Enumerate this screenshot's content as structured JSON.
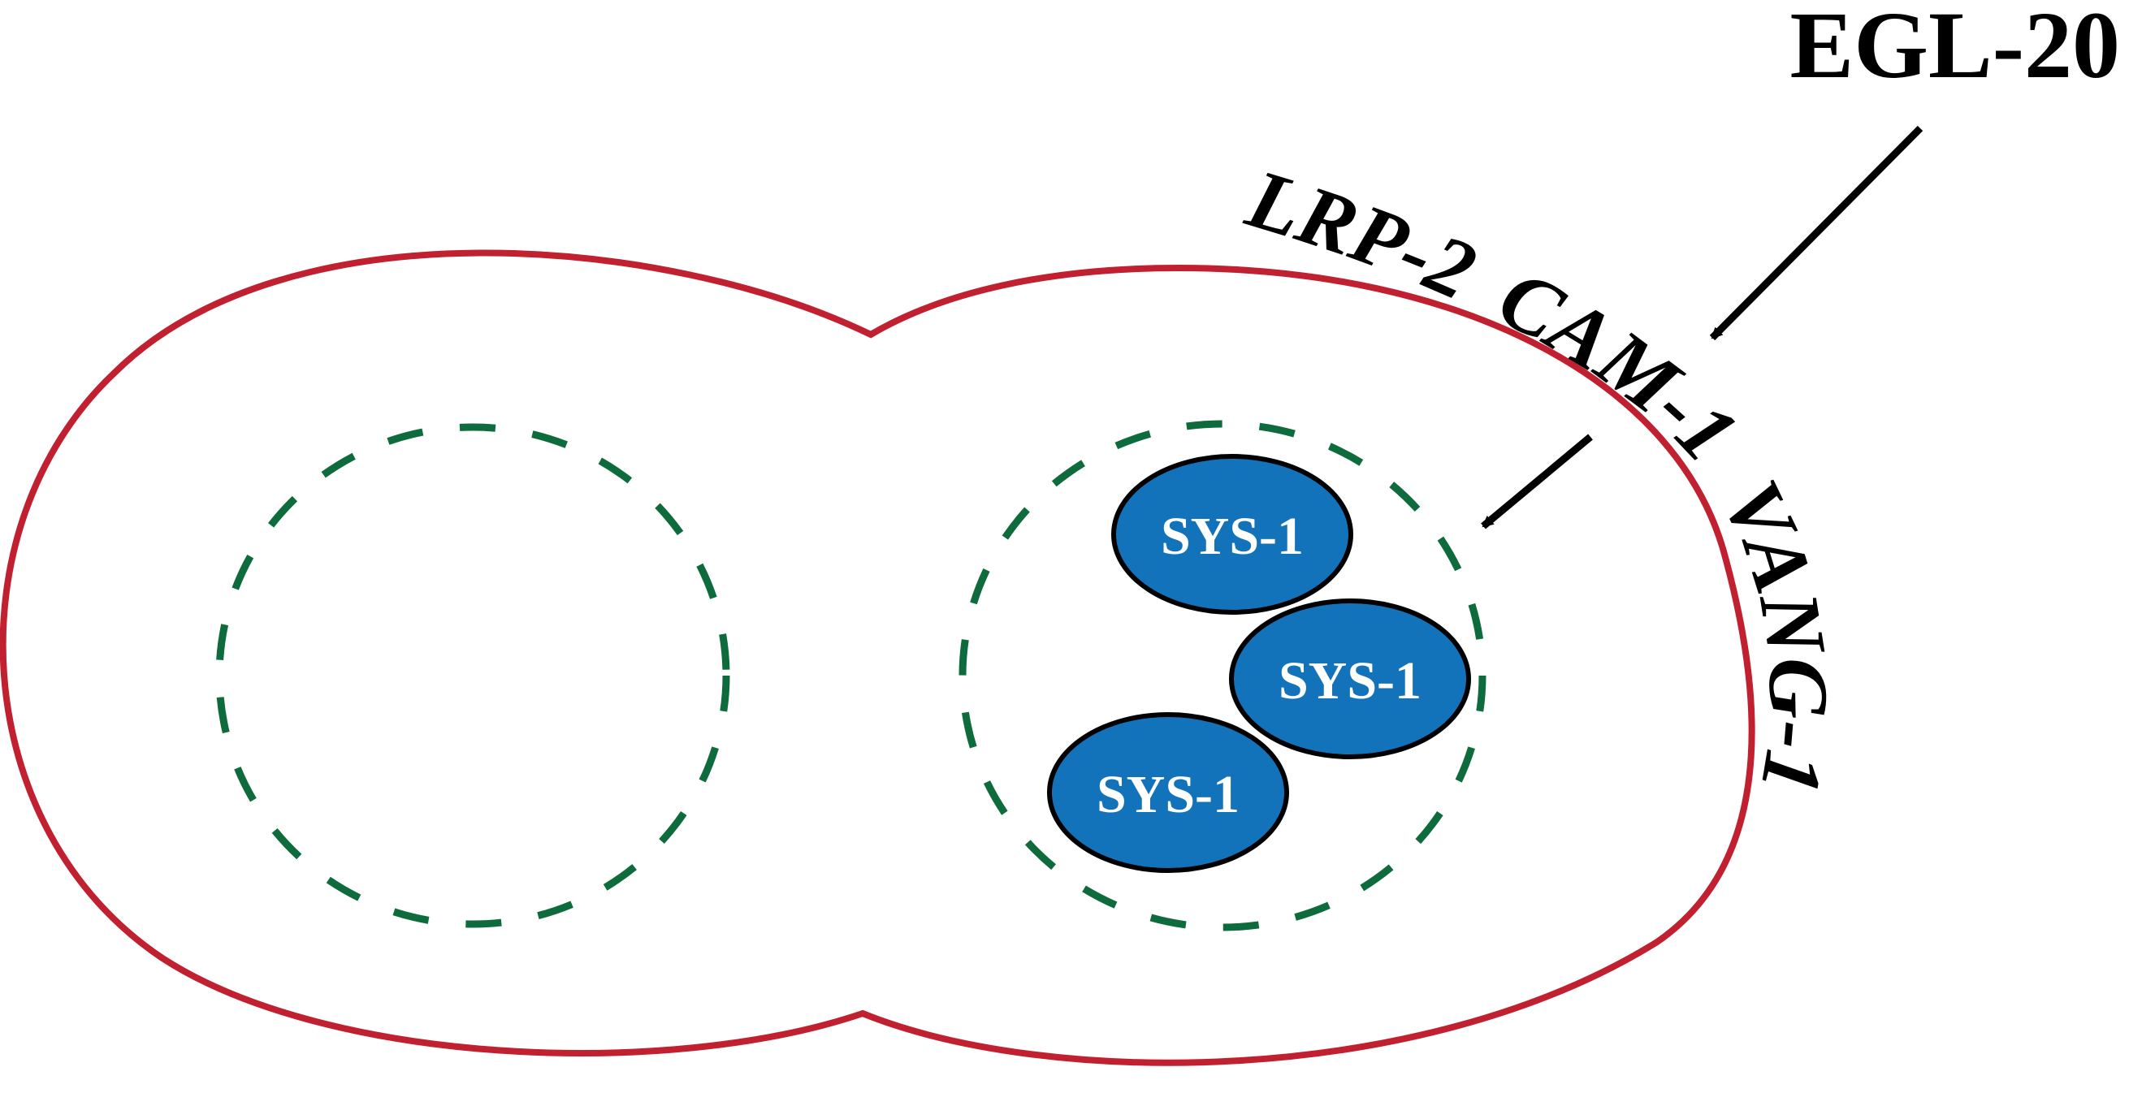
{
  "labels": {
    "ligand": "EGL-20",
    "receptor_1": "LRP-2",
    "receptor_2": "CAM-1",
    "receptor_3": "VANG-1"
  },
  "nuclei": {
    "left": {
      "contents": []
    },
    "right": {
      "contents": [
        "SYS-1",
        "SYS-1",
        "SYS-1"
      ]
    }
  },
  "colors": {
    "membrane": "#c0202f",
    "nucleus_outline": "#0e6b3c",
    "protein_fill": "#1273bb",
    "protein_outline": "#000000",
    "protein_text": "#ffffff",
    "arrow": "#000000",
    "label": "#000000"
  }
}
